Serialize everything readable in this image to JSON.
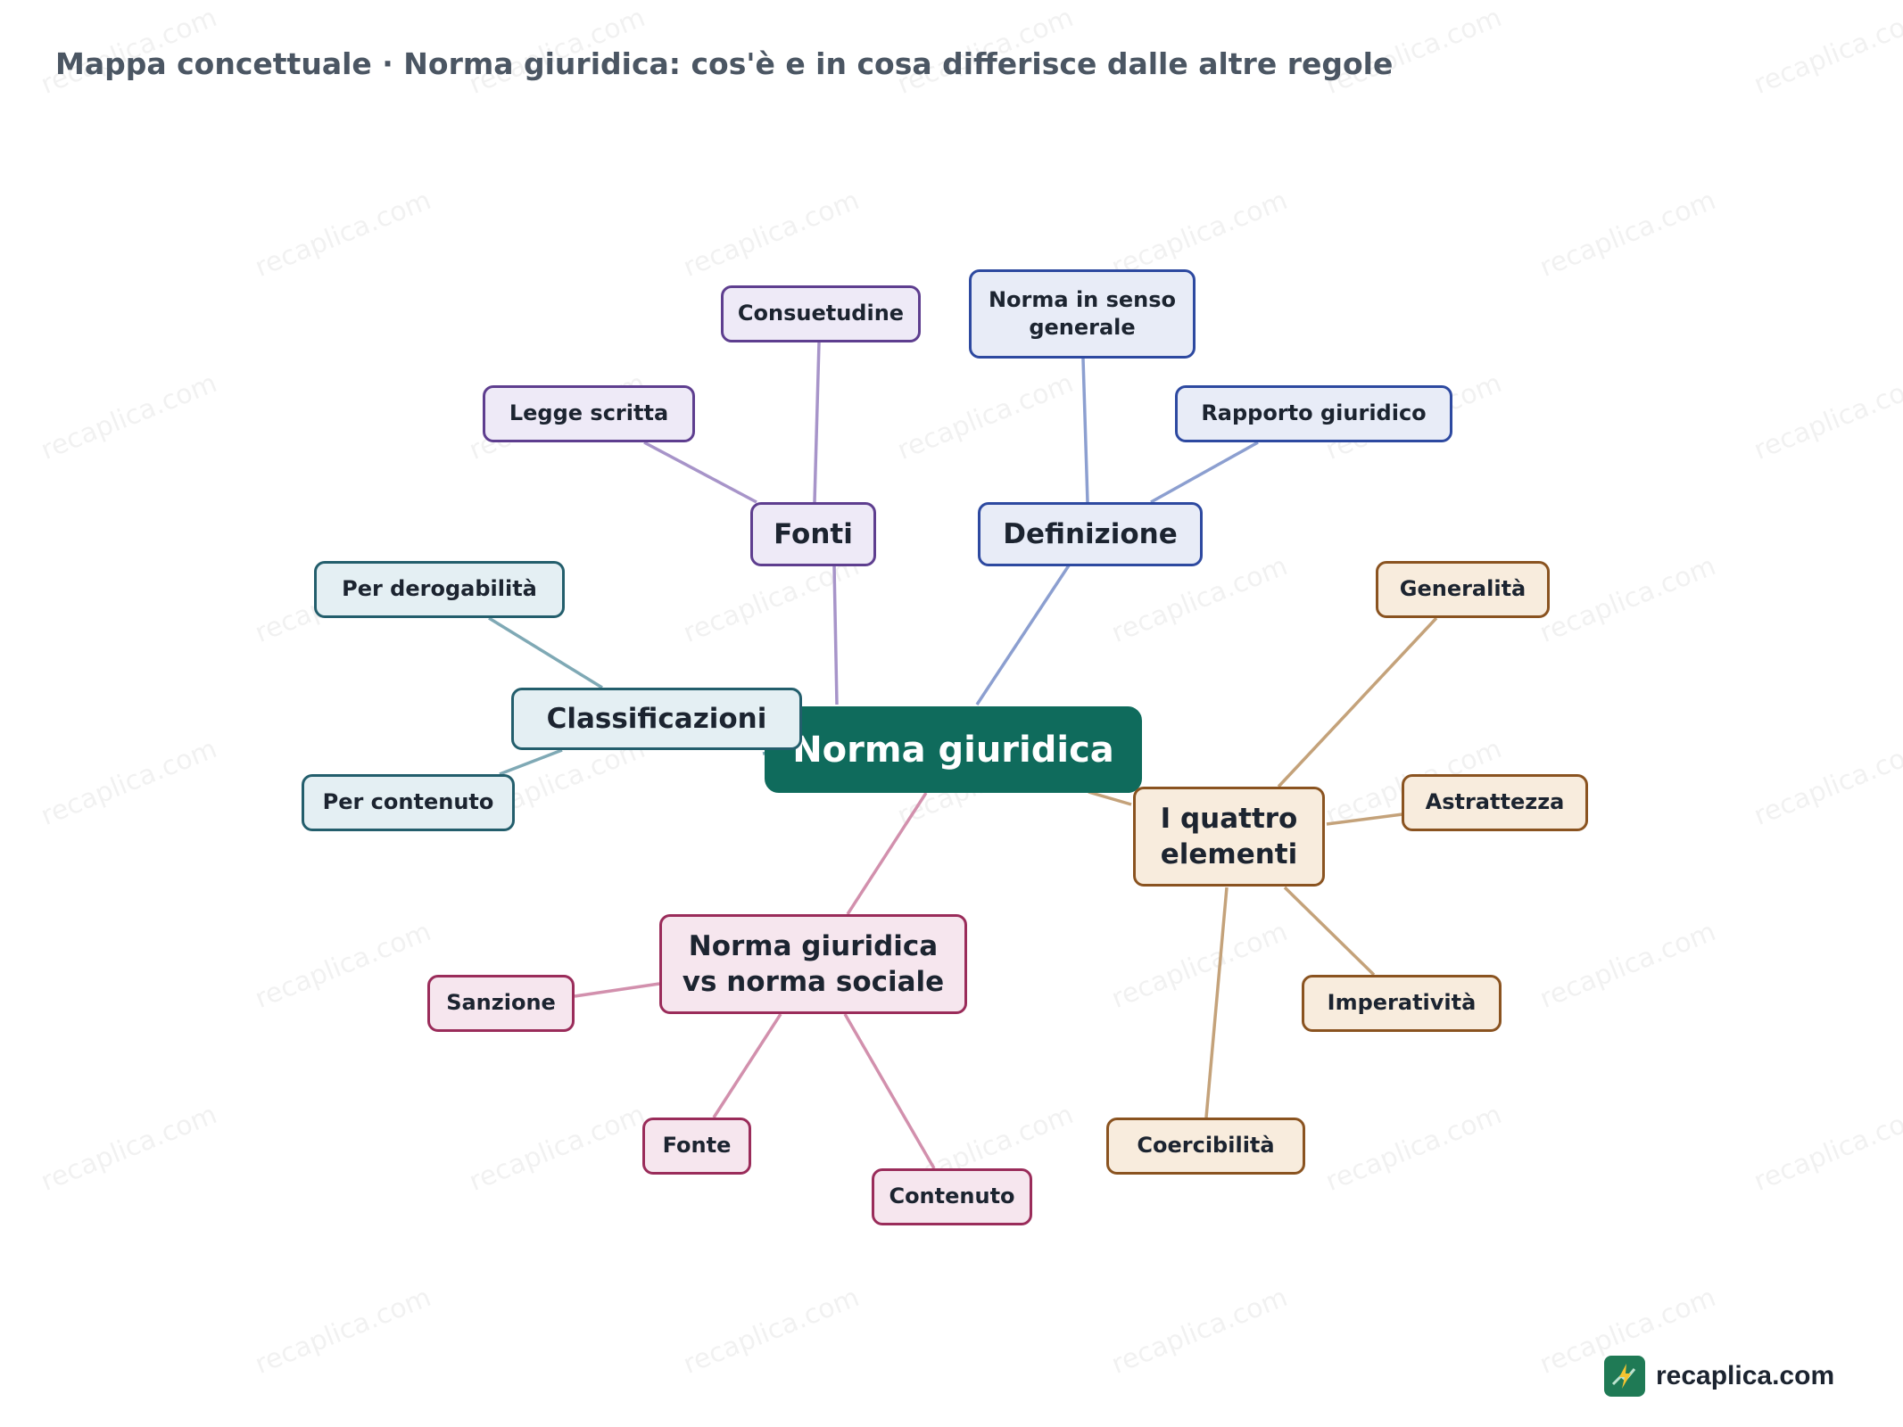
{
  "title": "Mappa concettuale · Norma giuridica: cos'è e in cosa differisce dalle altre regole",
  "colors": {
    "root": "#0f6b5c",
    "purple": "#5e3e8f",
    "blue": "#2d49a0",
    "teal": "#235e6c",
    "orange": "#8a5320",
    "pink": "#9a2c5a"
  },
  "map": {
    "root": "Norma giuridica",
    "branches": {
      "fonti": {
        "label": "Fonti",
        "children": [
          "Consuetudine",
          "Legge scritta"
        ]
      },
      "definizione": {
        "label": "Definizione",
        "children": [
          "Norma in senso generale",
          "Rapporto giuridico"
        ]
      },
      "classificazioni": {
        "label": "Classificazioni",
        "children": [
          "Per derogabilità",
          "Per contenuto"
        ]
      },
      "elementi": {
        "label": "I quattro elementi",
        "children": [
          "Generalità",
          "Astrattezza",
          "Imperatività",
          "Coercibilità"
        ]
      },
      "vs": {
        "label": "Norma giuridica vs norma sociale",
        "children": [
          "Sanzione",
          "Fonte",
          "Contenuto"
        ]
      }
    }
  },
  "watermark": "recaplica.com",
  "brand": {
    "text": "recaplica.com",
    "icon": "lightning-bolt-icon"
  }
}
